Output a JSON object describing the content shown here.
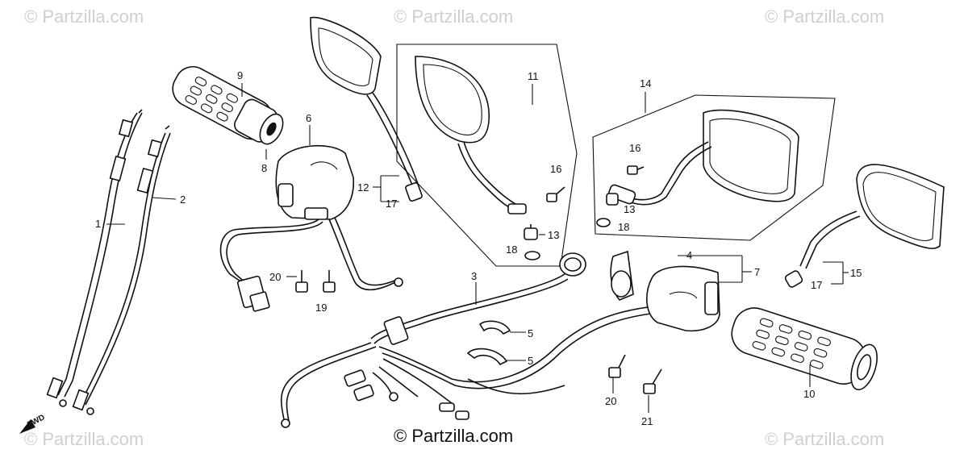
{
  "watermark": {
    "text": "© Partzilla.com",
    "bottom_text": "© Partzilla.com"
  },
  "direction_marker": "FWD",
  "callouts": {
    "c1": "1",
    "c2": "2",
    "c3": "3",
    "c4": "4",
    "c5a": "5",
    "c5b": "5",
    "c6": "6",
    "c7": "7",
    "c8": "8",
    "c9": "9",
    "c10": "10",
    "c11": "11",
    "c12": "12",
    "c13a": "13",
    "c13b": "13",
    "c14": "14",
    "c15": "15",
    "c16a": "16",
    "c16b": "16",
    "c17a": "17",
    "c17b": "17",
    "c18a": "18",
    "c18b": "18",
    "c19": "19",
    "c20a": "20",
    "c20b": "20",
    "c21": "21"
  }
}
